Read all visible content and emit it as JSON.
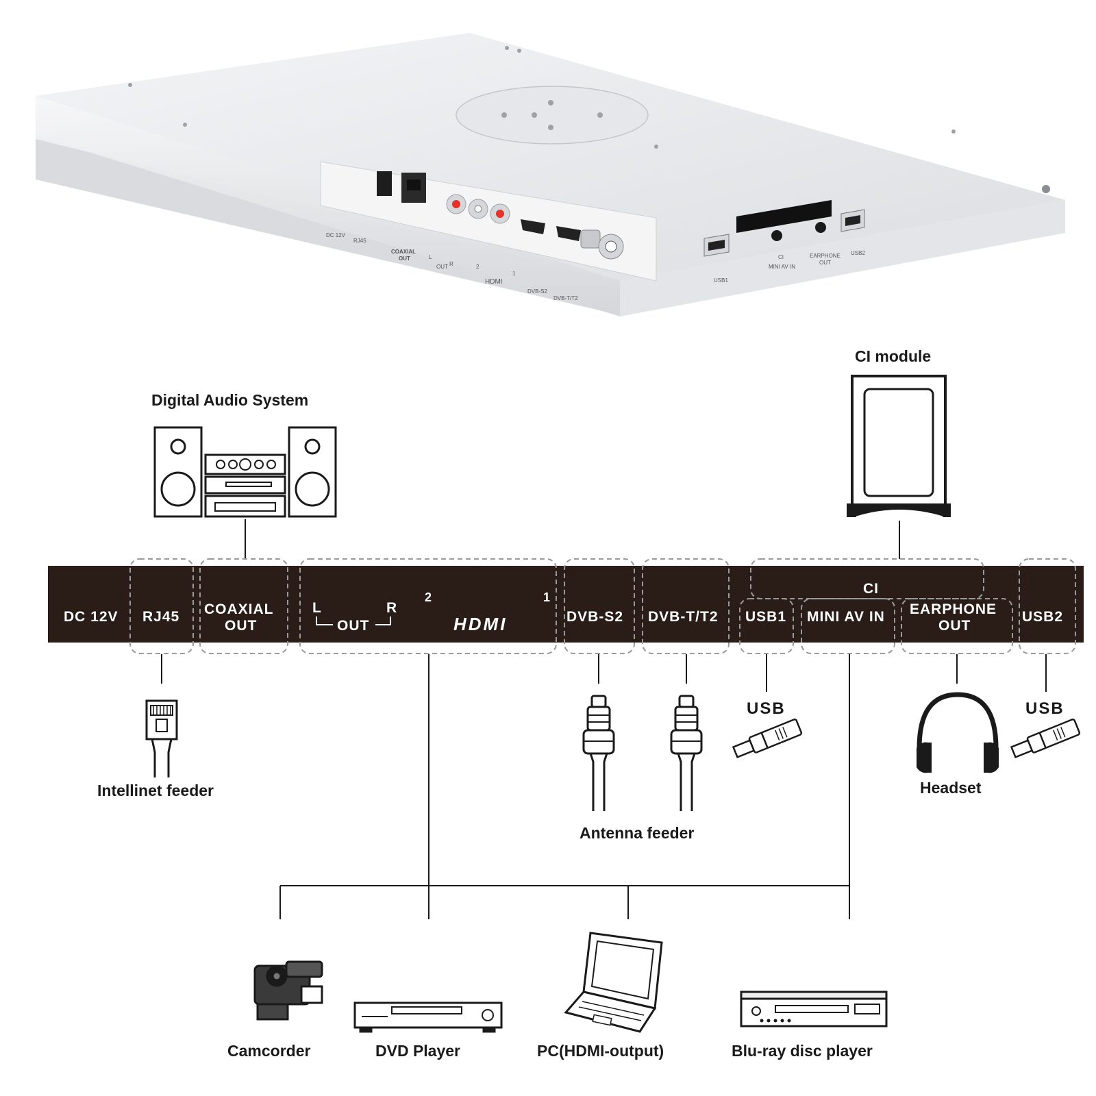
{
  "colors": {
    "panel": "#2a1d18",
    "panel_text": "#ffffff",
    "dashed": "#9a9a9a",
    "device_body": "#e9eaec",
    "device_edge": "#c9cbcf",
    "rca_red": "#e2342a",
    "line": "#1a1a1a"
  },
  "product_photo": {
    "port_labels": {
      "dc": "DC 12V",
      "rj45": "RJ45",
      "coaxial": "COAXIAL",
      "coaxial_out": "OUT",
      "l": "L",
      "r": "R",
      "out": "OUT",
      "hdmi2": "2",
      "hdmi1": "1",
      "hdmi": "HDMI",
      "dvbs2": "DVB-S2",
      "dvbt2": "DVB-T/T2",
      "usb1": "USB1",
      "ci": "CI",
      "mini_av": "MINI AV IN",
      "earphone": "EARPHONE",
      "earphone_out": "OUT",
      "usb2": "USB2"
    }
  },
  "panel": {
    "dc": "DC 12V",
    "rj45": "RJ45",
    "coaxial_line1": "COAXIAL",
    "coaxial_line2": "OUT",
    "l": "L",
    "r": "R",
    "out": "OUT",
    "hdmi2": "2",
    "hdmi1": "1",
    "hdmi": "HDMI",
    "dvbs2": "DVB-S2",
    "dvbt2": "DVB-T/T2",
    "ci": "CI",
    "usb1": "USB1",
    "mini_av": "MINI AV IN",
    "earphone_line1": "EARPHONE",
    "earphone_line2": "OUT",
    "usb2": "USB2"
  },
  "devices": {
    "digital_audio": "Digital Audio System",
    "ci_module": "CI module",
    "intellinet": "Intellinet feeder",
    "antenna": "Antenna feeder",
    "usb_left": "USB",
    "usb_right": "USB",
    "headset": "Headset",
    "camcorder": "Camcorder",
    "dvd": "DVD Player",
    "pc": "PC(HDMI-output)",
    "bluray": "Blu-ray disc player"
  }
}
